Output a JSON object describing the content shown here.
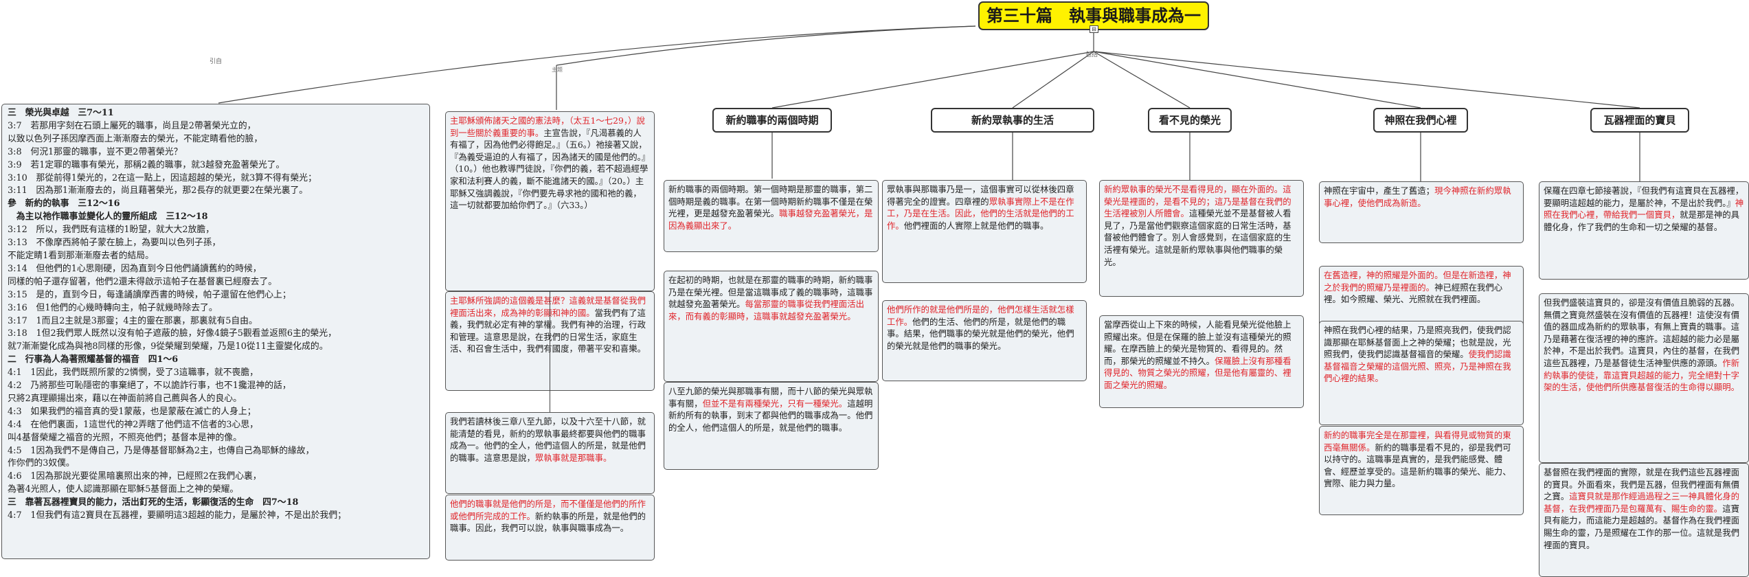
{
  "root": {
    "title": "第三十篇　執事與職事成為一"
  },
  "edge_labels": {
    "cite": "引自",
    "theme": "主題",
    "include": "包括"
  },
  "small_mark": "主題",
  "left_node": [
    {
      "t": "三　榮光與卓越　三7～11",
      "b": true
    },
    {
      "t": "3:7　若那用字刻在石頭上屬死的職事，尚且是2帶著榮光立的，"
    },
    {
      "t": "以致以色列子孫因摩西面上漸漸廢去的榮光，不能定睛看他的臉，"
    },
    {
      "t": "3:8　何況1那靈的職事，豈不更2帶著榮光？"
    },
    {
      "t": "3:9　若1定罪的職事有榮光，那稱2義的職事，就3越發充盈著榮光了。"
    },
    {
      "t": "3:10　那從前得1榮光的，2在這一點上，因這超越的榮光，就3算不得有榮光；"
    },
    {
      "t": "3:11　因為那1漸漸廢去的，尚且藉著榮光，那2長存的就更要2在榮光裏了。"
    },
    {
      "t": "參　新約的執事　三12～16",
      "b": true
    },
    {
      "t": "　為主以祂作職事並變化人的靈所組成　三12～18",
      "b": true
    },
    {
      "t": "3:12　所以，我們既有這樣的1盼望，就大大2放膽，"
    },
    {
      "t": "3:13　不像摩西將帕子蒙在臉上，為要叫以色列子孫，"
    },
    {
      "t": "不能定睛1看到那漸漸廢去者的結局。"
    },
    {
      "t": "3:14　但他們的1心思剛硬，因為直到今日他們誦讀舊約的時候，"
    },
    {
      "t": "同樣的帕子還存留著，他們2還未得啟示這帕子在基督裏已經廢去了。"
    },
    {
      "t": "3:15　是的，直到今日，每逢誦讀摩西書的時候，帕子還留在他們心上；"
    },
    {
      "t": "3:16　但1他們的心幾時轉向主，帕子就幾時除去了。"
    },
    {
      "t": "3:17　1而且2主就是3那靈；4主的靈在那裏，那裏就有5自由。"
    },
    {
      "t": "3:18　1但2我們眾人既然以沒有帕子遮蔽的臉，好像4鏡子5觀看並返照6主的榮光，"
    },
    {
      "t": "就7漸漸變化成為與祂8同樣的形像，9從榮耀到榮耀，乃是10從11主靈變化成的。"
    },
    {
      "t": "二　行事為人為著照耀基督的福音　四1～6",
      "b": true
    },
    {
      "t": "4:1　1因此，我們既照所蒙的2憐憫，受了3這職事，就不喪膽，"
    },
    {
      "t": "4:2　乃將那些可恥隱密的事棄絕了，不以詭詐行事，也不1攙混神的話，"
    },
    {
      "t": "只將2真理顯揚出來，藉以在神面前將自己薦與各人的良心。"
    },
    {
      "t": "4:3　如果我們的福音真的受1蒙蔽，也是蒙蔽在滅亡的人身上；"
    },
    {
      "t": "4:4　在他們裏面，1這世代的神2弄瞎了他們這不信者的3心思，"
    },
    {
      "t": "叫4基督榮耀之福音的光照，不照亮他們；基督本是神的像。"
    },
    {
      "t": "4:5　1因為我們不是傳自己，乃是傳基督耶穌為2主，也傳自己為耶穌的緣故，"
    },
    {
      "t": "作你們的3奴僕。"
    },
    {
      "t": "4:6　1因為那說光要從黑暗裏照出來的神，已經照2在我們心裏，"
    },
    {
      "t": "為著4光照人，使人認識那顯在耶穌5基督面上之神的榮耀。"
    },
    {
      "t": "三　靠著瓦器裡寶貝的能力，活出釘死的生活，彰顯復活的生命　四7～18",
      "b": true
    },
    {
      "t": "4:7　1但我們有這2寶貝在瓦器裡，要顯明這3超越的能力，是屬於神，不是出於我們；"
    }
  ],
  "col1_nodes": [
    {
      "text": [
        {
          "r": true,
          "t": "主耶穌頒佈諸天之國的憲法時，（太五1～七29，）說到一些關於義重要的事。"
        },
        {
          "t": "主宣告說，『凡渴慕義的人有福了，因為他們必得飽足。』（五6。）祂接著又說，『為義受逼迫的人有福了，因為諸天的國是他們的。』（10。）他也教導門徒說，『你們的義，若不超過經學家和法利賽人的義，斷不能進諸天的國。』（20。）主耶穌又強調義說，『你們要先尋求祂的國和祂的義，這一切就都要加給你們了。』（六33。）"
        }
      ]
    },
    {
      "text": [
        {
          "r": true,
          "t": "主耶穌所強調的這個義是甚麼？這義就是基督從我們裡面活出來，成為神的彰顯和神的國。"
        },
        {
          "t": "當我們有了這義，我們就必定有神的掌權。我們有神的治理，行政和管理。這意思是說，在我們的日常生活，家庭生活、和召會生活中，我們有國度，帶著平安和喜樂。"
        }
      ]
    },
    {
      "text": [
        {
          "t": "我們若讀林後三章八至九節，以及十六至十八節，就能清楚的看見，新約的眾執事最終都要與他們的職事成為一。他們的全人，他們這個人的所是，就是他們的職事。這意思是說，"
        },
        {
          "r": true,
          "t": "眾執事就是那職事。"
        }
      ]
    },
    {
      "text": [
        {
          "r": true,
          "t": "他們的職事就是他們的所是，而不僅僅是他們的所作或他們所完成的工作。"
        },
        {
          "t": "新約執事的所是，就是他們的職事。因此，我們可以說，執事與職事成為一。"
        }
      ]
    }
  ],
  "branches": [
    {
      "title": "新約職事的兩個時期",
      "nodes": [
        {
          "text": [
            {
              "t": "新約職事的兩個時期。第一個時期是那靈的職事，第二個時期是義的職事。在第一個時期新約職事不僅是在榮光裡，更是越發充盈著榮光。"
            },
            {
              "r": true,
              "t": "職事越發充盈著榮光，是因為義顯出來了。"
            }
          ]
        },
        {
          "text": [
            {
              "t": "在起初的時期，也就是在那靈的職事的時期，新約職事乃是在榮光裡。但是當這職事成了義的職事時，這職事就越發充盈著榮光。"
            },
            {
              "r": true,
              "t": "每當那靈的職事從我們裡面活出來，而有義的彰顯時，這職事就越發充盈著榮光。"
            }
          ]
        },
        {
          "text": [
            {
              "t": "八至九節的榮光與那職事有關，而十八節的榮光與眾執事有關，"
            },
            {
              "r": true,
              "t": "但並不是有兩種榮光，只有一種榮光。"
            },
            {
              "t": "這越明新約所有的執事，到末了都與他們的職事成為一。他們的全人，他們這個人的所是，就是他們的職事。"
            }
          ]
        }
      ]
    },
    {
      "title": "新約眾執事的生活",
      "nodes": [
        {
          "text": [
            {
              "t": "眾執事與那職事乃是一，這個事實可以從林後四章得著完全的證實。四章裡的"
            },
            {
              "r": true,
              "t": "眾執事實際上不是在作工，乃是在生活。因此，他們的生活就是他們的工作。"
            },
            {
              "t": "他們裡面的人實際上就是他們的職事。"
            }
          ]
        },
        {
          "text": [
            {
              "r": true,
              "t": "他們所作的就是他們所是的，他們怎樣生活就怎樣工作。"
            },
            {
              "t": "他們的生活、他們的所是，就是他們的職事。結果，他們職事的榮光就是他們的榮光，他們的榮光就是他們的職事的榮光。"
            }
          ]
        }
      ]
    },
    {
      "title": "看不見的榮光",
      "nodes": [
        {
          "text": [
            {
              "r": true,
              "t": "新約眾執事的榮光不是看得見的，顯在外面的。這榮光是裡面的，是看不見的；這乃是基督在我們的生活裡被別人所體會。"
            },
            {
              "t": "這種榮光並不是基督被人看見了，乃是當他們觀察這個家庭的日常生活時，基督被他們體會了。別人會感覺到，在這個家庭的生活裡有榮光。這就是新約眾執事與他們職事的榮光。"
            }
          ]
        },
        {
          "text": [
            {
              "t": "當摩西從山上下來的時候，人能看見榮光從他臉上照耀出來。但是在保羅的臉上並沒有這種榮光的照耀。在摩西臉上的榮光是物質的、看得見的。然而，那榮光的照耀並不持久。"
            },
            {
              "r": true,
              "t": "保羅臉上沒有那種看得見的、物質之榮光的照耀，但是他有屬靈的、裡面之榮光的照耀。"
            }
          ]
        }
      ]
    },
    {
      "title": "神照在我們心裡",
      "nodes": [
        {
          "text": [
            {
              "t": "神照在宇宙中，產生了舊造；"
            },
            {
              "r": true,
              "t": "現今神照在新約眾執事心裡，使他們成為新造。"
            }
          ]
        },
        {
          "text": [
            {
              "r": true,
              "t": "在舊造裡，神的照耀是外面的。但是在新造裡，神之於我們的照耀乃是裡面的。"
            },
            {
              "t": "神已經照在我們心裡。如今照耀、榮光、光照就在我們裡面。"
            }
          ]
        },
        {
          "text": [
            {
              "t": "神照在我們心裡的結果，乃是照亮我們，使我們認識那顯在耶穌基督面上之神的榮耀；也就是說，光照我們，使我們認識基督福音的榮耀。"
            },
            {
              "r": true,
              "t": "使我們認識基督福音之榮耀的這個光照、照亮，乃是神照在我們心裡的結果。"
            }
          ]
        },
        {
          "text": [
            {
              "r": true,
              "t": "新約的職事完全是在那靈裡，與看得見或物質的東西毫無關係。"
            },
            {
              "t": "新約的職事是看不見的，卻是我們可以持守的。這職事是真實的，是我們能感覺、體會、經歷並享受的。這是新約職事的榮光、能力、實際、能力與力量。"
            }
          ]
        }
      ]
    },
    {
      "title": "瓦器裡面的寶貝",
      "nodes": [
        {
          "text": [
            {
              "t": "保羅在四章七節接著說，『但我們有這寶貝在瓦器裡，要顯明這超越的能力，是屬於神，不是出於我們。』"
            },
            {
              "r": true,
              "t": "神照在我們心裡，帶給我們一個寶貝，"
            },
            {
              "t": "就是那是神的具體化身，作了我們的生命和一切之榮耀的基督。"
            }
          ]
        },
        {
          "text": [
            {
              "t": "但我們盛裝這寶貝的，卻是沒有價值且脆弱的瓦器。無價之寶竟然盛裝在沒有價值的瓦器裡！這使沒有價值的器皿成為新約的眾執事，有無上寶貴的職事。這乃是藉著在復活裡的神的應許。這超越的能力必是屬於神，不是出於我們。這寶貝，內住的基督，在我們這些瓦器裡，乃是基督徒生活神聖供應的源頭。"
            },
            {
              "r": true,
              "t": "作新約執事的使徒，靠這寶貝超越的能力，完全絕對十字架的生活，使他們所供應基督復活的生命得以顯明。"
            }
          ]
        },
        {
          "text": [
            {
              "t": "基督照在我們裡面的實際，就是在我們這些瓦器裡面的寶貝。外面看來，我們是瓦器，但我們裡面有無價之寶。"
            },
            {
              "r": true,
              "t": "這寶貝就是那作經過過程之三一神具體化身的基督，在我們裡面乃是包羅萬有、賜生命的靈。"
            },
            {
              "t": "這寶貝有能力，而這能力是超越的。基督作為在我們裡面賜生命的靈，乃是照耀在工作的那一位。這就是我們裡面的寶貝。"
            }
          ]
        }
      ]
    }
  ],
  "colors": {
    "root_bg": "#fff200",
    "node_bg": "#eef2f5",
    "red_text": "#e0242a",
    "lines": "#444444"
  }
}
